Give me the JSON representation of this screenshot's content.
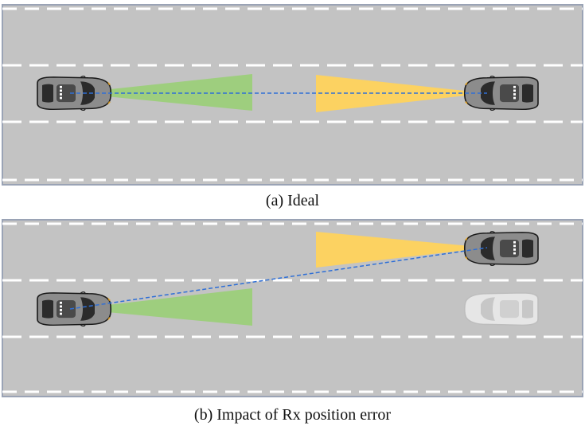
{
  "figure": {
    "panels": [
      {
        "id": "a",
        "caption": "(a) Ideal"
      },
      {
        "id": "b",
        "caption": "(b) Impact of Rx position error"
      }
    ]
  },
  "colors": {
    "road": "#c3c3c3",
    "lane_marking": "#ffffff",
    "edge": "#9aa3b5",
    "tx_beam": "#9ccf7a",
    "rx_beam": "#ffd35c",
    "link_line": "#2f6fd6",
    "car_body": "#8a8a8a",
    "car_ghost": "#dcdcdc"
  }
}
